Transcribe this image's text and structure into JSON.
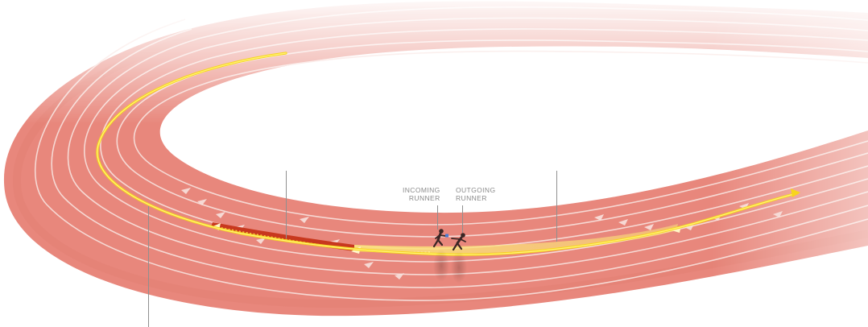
{
  "runners": {
    "incoming": {
      "line1": "INCOMING",
      "line2": "RUNNER"
    },
    "outgoing": {
      "line1": "OUTGOING",
      "line2": "RUNNER"
    }
  },
  "colors": {
    "track": "#e8877c",
    "track_light": "#f1b8b0",
    "lane_line": "#f6d9d4",
    "infield": "#ffffff",
    "relay_path": "#ffe928",
    "exchange_zone": "#c8381e",
    "acceleration_zone": "#f7c94a",
    "runner": "#3a2624",
    "callout_line": "#8f8f8f",
    "label_text": "#8a8a8a"
  }
}
